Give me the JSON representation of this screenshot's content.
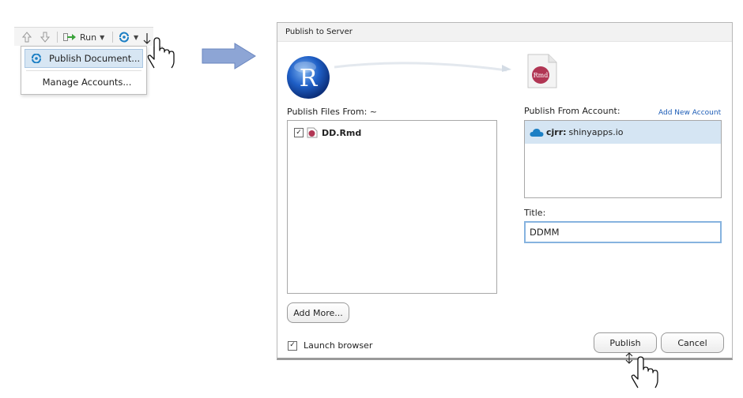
{
  "toolbar": {
    "run_label": "Run",
    "menu": {
      "items": [
        {
          "label": "Publish Document...",
          "selected": true,
          "icon": "publish-icon"
        },
        {
          "label": "Manage Accounts...",
          "selected": false
        }
      ]
    }
  },
  "dialog": {
    "title": "Publish to Server",
    "publish_files_label": "Publish Files From: ~",
    "files": [
      {
        "name": "DD.Rmd",
        "checked": true,
        "icon": "rmd-file-icon"
      }
    ],
    "account_label": "Publish From Account:",
    "add_account_link": "Add New Account",
    "accounts": [
      {
        "user": "cjrr:",
        "server": "shinyapps.io",
        "selected": true,
        "icon": "cloud-icon"
      }
    ],
    "title_label": "Title:",
    "title_value": "DDMM",
    "add_more_label": "Add More...",
    "launch_browser_label": "Launch browser",
    "launch_browser_checked": true,
    "publish_button": "Publish",
    "cancel_button": "Cancel",
    "logo_letter": "R",
    "rmd_badge": "Rmd"
  },
  "colors": {
    "accent": "#1c7fc4",
    "selection": "#d5e5f3",
    "run_green": "#3aa23a",
    "arrow_fill": "#8da5d5",
    "rmd_badge": "#b13654"
  }
}
